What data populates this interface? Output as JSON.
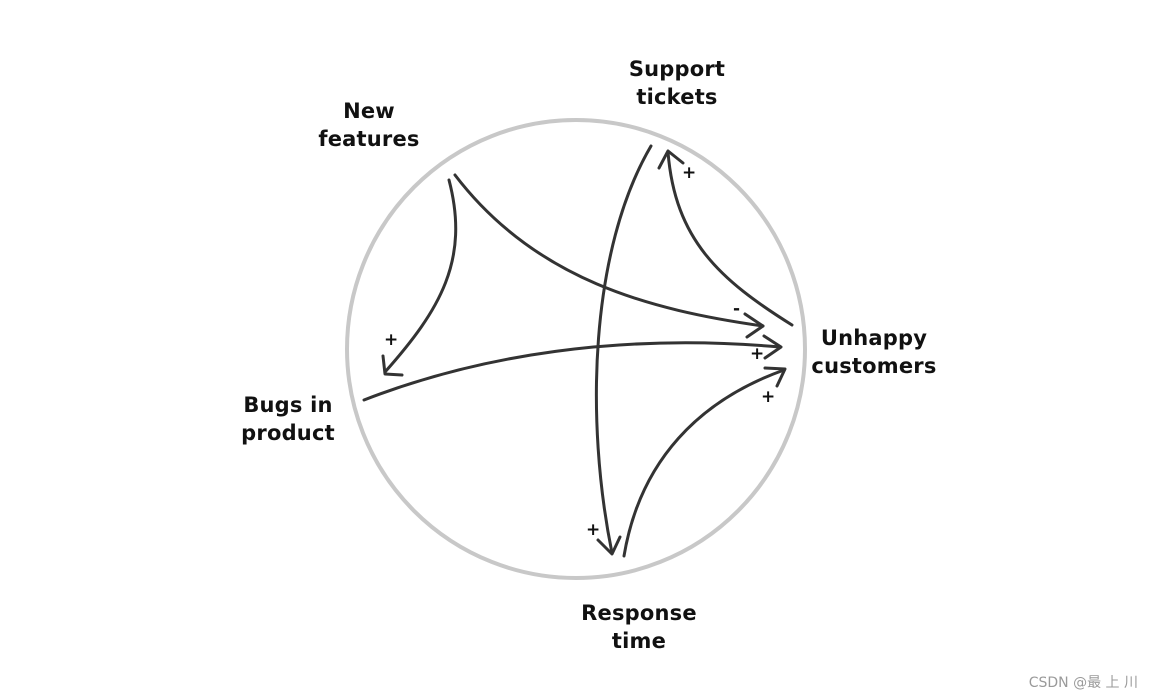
{
  "diagram": {
    "colors": {
      "circle": "#c8c8c8",
      "arrow": "#333333",
      "text": "#111111"
    },
    "nodes": {
      "new_features": {
        "line1": "New",
        "line2": "features"
      },
      "support_tickets": {
        "line1": "Support",
        "line2": "tickets"
      },
      "unhappy_customers": {
        "line1": "Unhappy",
        "line2": "customers"
      },
      "bugs_in_product": {
        "line1": "Bugs in",
        "line2": "product"
      },
      "response_time": {
        "line1": "Response",
        "line2": "time"
      }
    },
    "links": [
      {
        "from": "new_features",
        "to": "bugs_in_product",
        "sign": "+"
      },
      {
        "from": "new_features",
        "to": "unhappy_customers",
        "sign": "-"
      },
      {
        "from": "bugs_in_product",
        "to": "unhappy_customers",
        "sign": "+"
      },
      {
        "from": "unhappy_customers",
        "to": "support_tickets",
        "sign": "+"
      },
      {
        "from": "support_tickets",
        "to": "response_time",
        "sign": "+"
      },
      {
        "from": "response_time",
        "to": "unhappy_customers",
        "sign": "+"
      }
    ]
  },
  "watermark": "CSDN @最 上 川"
}
